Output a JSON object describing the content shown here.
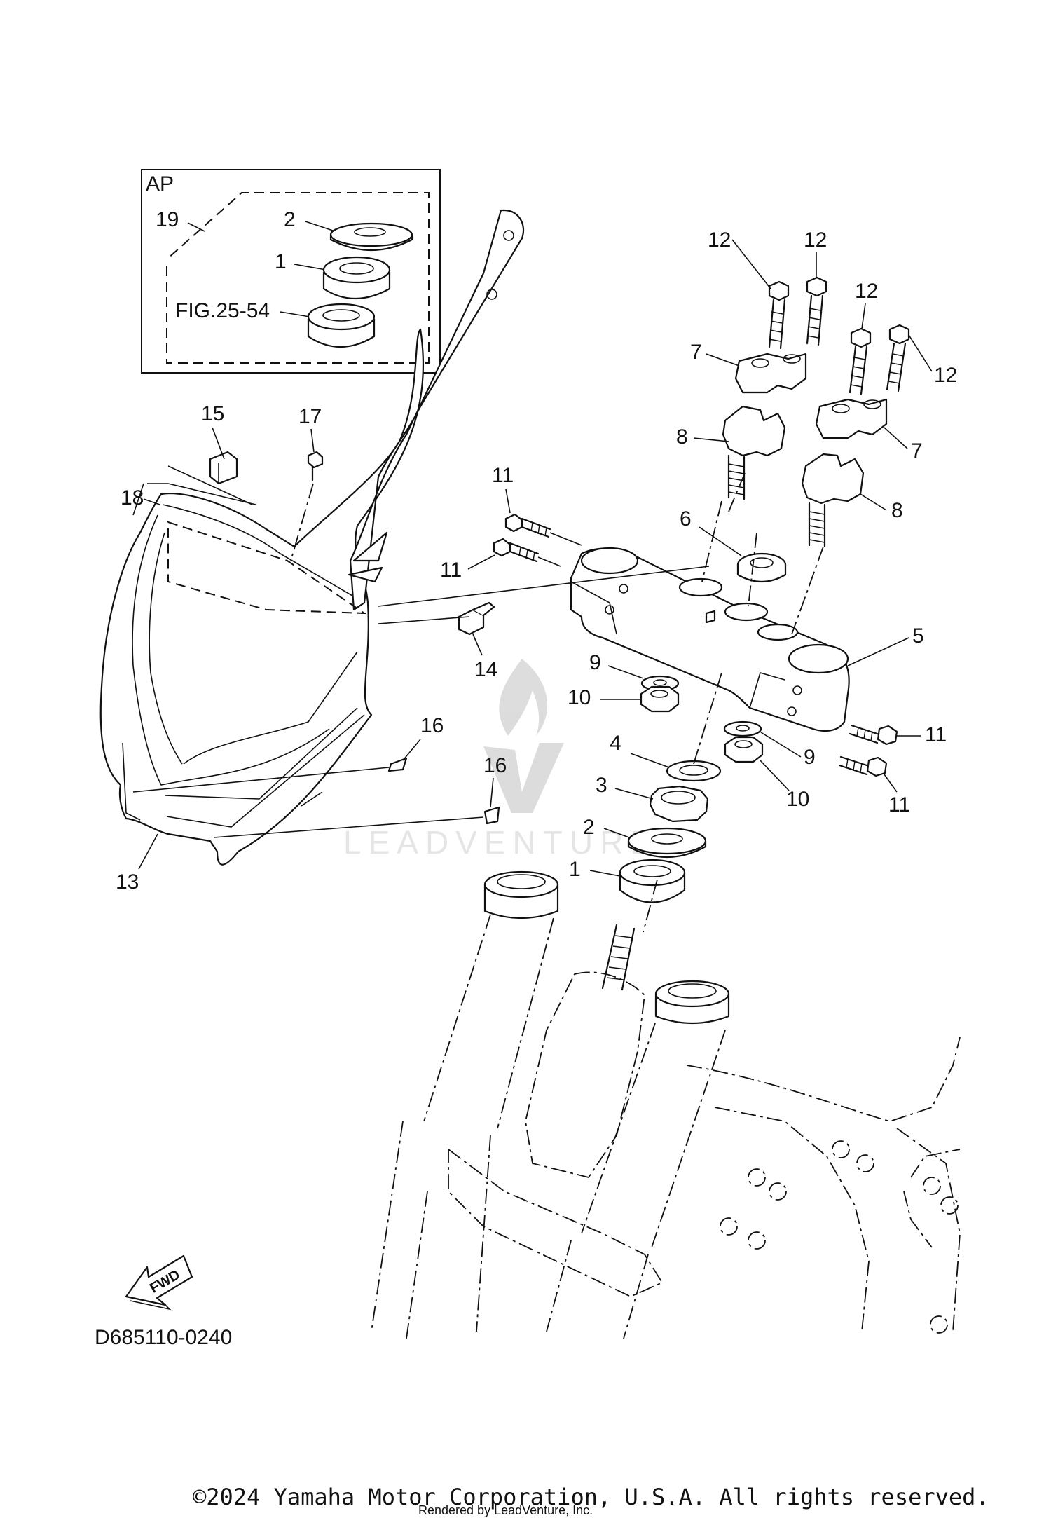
{
  "inset": {
    "label": "AP",
    "items": [
      {
        "num": "19"
      },
      {
        "num": "2"
      },
      {
        "num": "1"
      },
      {
        "num": "FIG.25-54"
      }
    ]
  },
  "callouts": {
    "c1": "1",
    "c2": "2",
    "c3": "3",
    "c4": "4",
    "c5": "5",
    "c6": "6",
    "c7a": "7",
    "c7b": "7",
    "c8a": "8",
    "c8b": "8",
    "c9a": "9",
    "c9b": "9",
    "c10a": "10",
    "c10b": "10",
    "c11a": "11",
    "c11b": "11",
    "c11c": "11",
    "c11d": "11",
    "c12a": "12",
    "c12b": "12",
    "c12c": "12",
    "c12d": "12",
    "c13": "13",
    "c14": "14",
    "c15": "15",
    "c16a": "16",
    "c16b": "16",
    "c17": "17",
    "c18": "18"
  },
  "fwd_arrow": {
    "label": "FWD"
  },
  "diagram_code": "D685110-0240",
  "watermark": {
    "text": "LEADVENTURE"
  },
  "footer": {
    "copyright": "©2024 Yamaha Motor Corporation, U.S.A. All rights reserved.",
    "rendered_by": "Rendered by LeadVenture, Inc."
  }
}
